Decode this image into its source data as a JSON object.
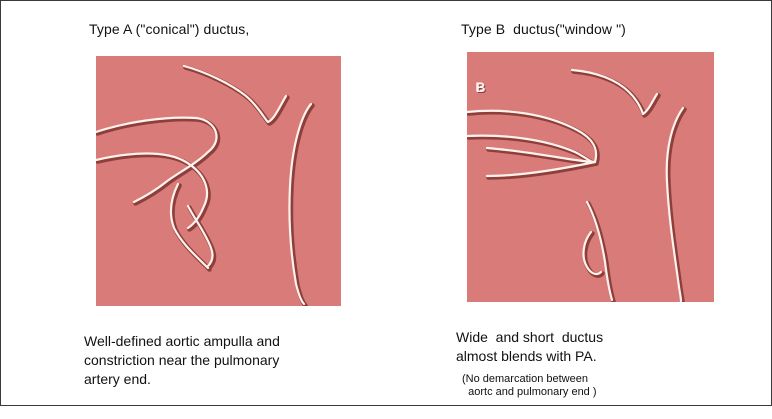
{
  "figure": {
    "panel_a": {
      "title": "Type A (\"conical\") ductus,",
      "caption_lines": [
        "Well-defined aortic ampulla and",
        "constriction near the pulmonary",
        "artery end."
      ]
    },
    "panel_b": {
      "title": "Type B  ductus(\"window \")",
      "badge": "B",
      "caption_lines": [
        "Wide  and short  ductus",
        "almost blends with PA."
      ],
      "note_lines": [
        "(No demarcation between",
        "  aortc and pulmonary end )"
      ]
    },
    "colors": {
      "angiogram_background": "#d97b78",
      "vessel_highlight": "#fff1ec",
      "vessel_shadow": "#8d3f3b"
    }
  }
}
